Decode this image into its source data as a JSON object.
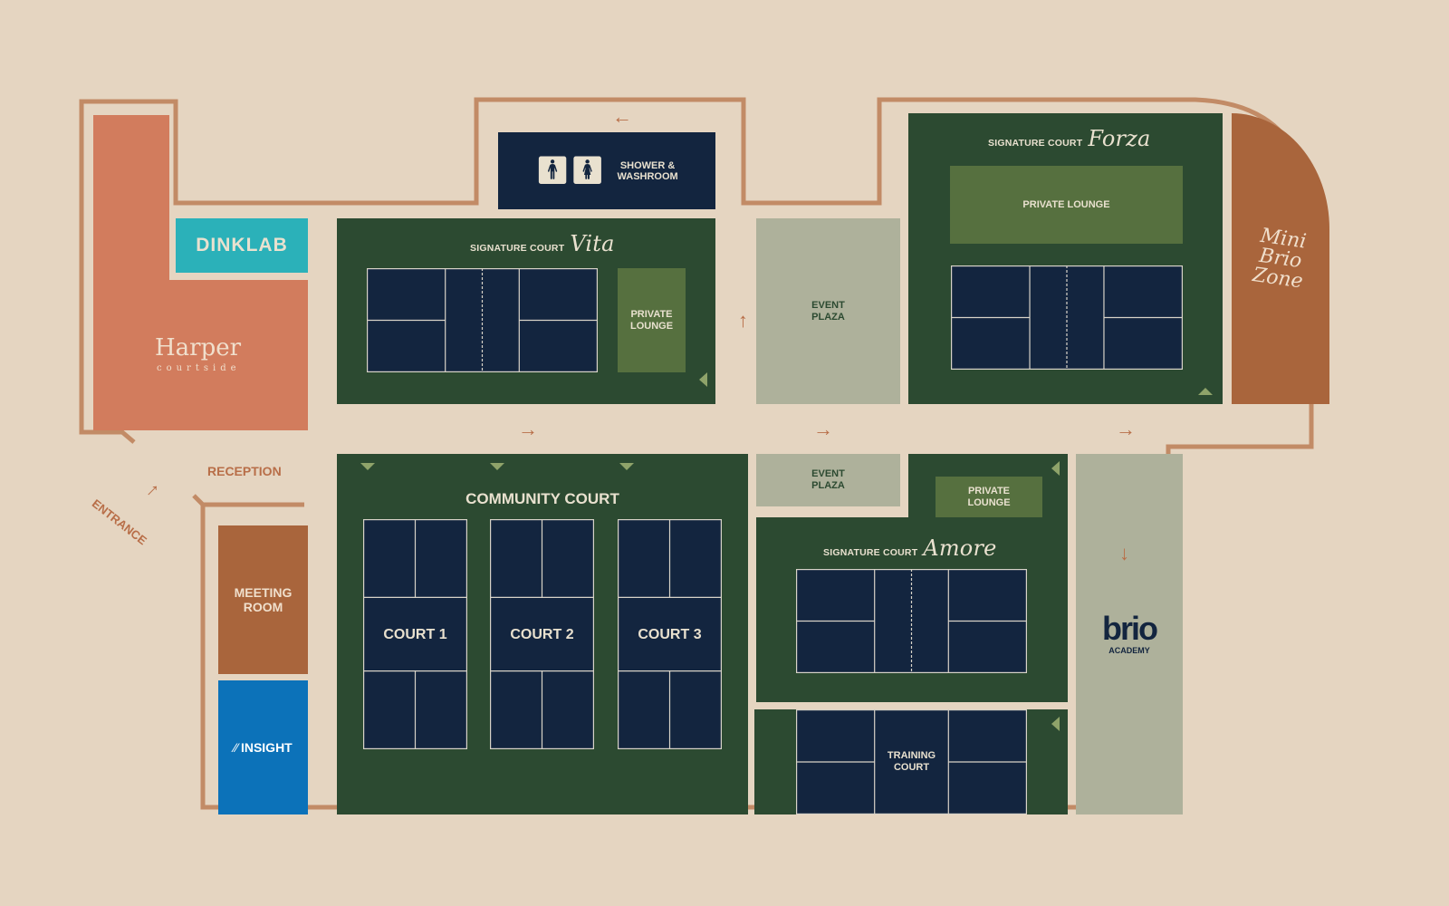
{
  "colors": {
    "background": "#e5d5c1",
    "wall": "#c28b66",
    "court_green": "#2c4a31",
    "court_blue": "#13253f",
    "lounge": "#56703f",
    "plaza": "#aeb19b",
    "harper": "#d27c5d",
    "dinklab": "#2bb1b9",
    "meeting": "#a9653c",
    "insight": "#0c72b9",
    "mini_brio": "#a9653c"
  },
  "facilities": {
    "harper": {
      "name": "Harper",
      "sub": "courtside"
    },
    "dinklab": {
      "name": "DINKLAB"
    },
    "reception": "RECEPTION",
    "entrance": "ENTRANCE",
    "meeting_room": "MEETING\nROOM",
    "insight": {
      "name": "INSIGHT"
    },
    "shower": "SHOWER &\nWASHROOM",
    "mini_brio": "Mini\nBrio\nZone",
    "brio_academy": {
      "name": "brio",
      "sub": "ACADEMY"
    }
  },
  "courts": {
    "vita": {
      "prefix": "SIGNATURE COURT",
      "name": "Vita",
      "lounge": "PRIVATE\nLOUNGE"
    },
    "forza": {
      "prefix": "SIGNATURE COURT",
      "name": "Forza",
      "lounge": "PRIVATE LOUNGE"
    },
    "amore": {
      "prefix": "SIGNATURE COURT",
      "name": "Amore",
      "lounge": "PRIVATE\nLOUNGE"
    },
    "community": {
      "title": "COMMUNITY COURT",
      "courts": [
        "COURT 1",
        "COURT 2",
        "COURT 3"
      ]
    },
    "training": "TRAINING\nCOURT"
  },
  "plazas": [
    "EVENT\nPLAZA",
    "EVENT\nPLAZA"
  ]
}
